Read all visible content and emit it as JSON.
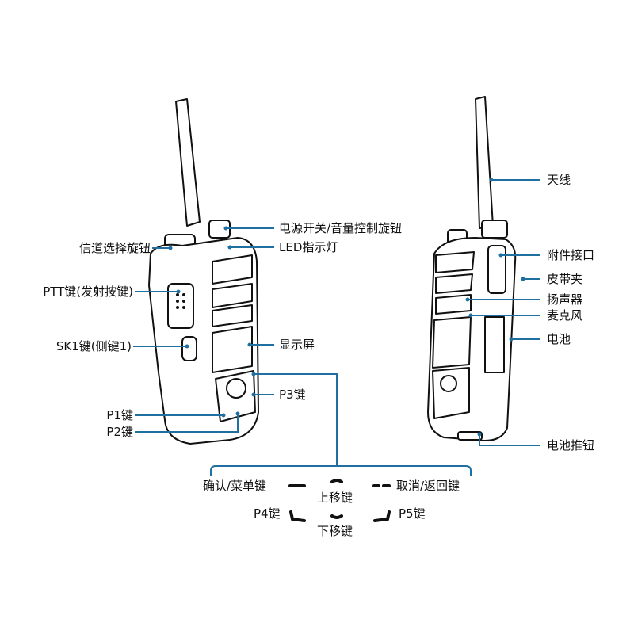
{
  "colors": {
    "leader": "#1f6fa0",
    "outline": "#111111"
  },
  "left_radio": {
    "channel_knob": "信道选择旋钮",
    "ptt": "PTT键(发射按键)",
    "sk1": "SK1键(侧键1)",
    "p1": "P1键",
    "p2": "P2键",
    "power_volume": "电源开关/音量控制旋钮",
    "led": "LED指示灯",
    "display": "显示屏",
    "p3": "P3键"
  },
  "keypad_legend": {
    "ok_menu": "确认/菜单键",
    "up": "上移键",
    "cancel_back": "取消/返回键",
    "p4": "P4键",
    "down": "下移键",
    "p5": "P5键"
  },
  "right_radio": {
    "antenna": "天线",
    "accessory_port": "附件接口",
    "belt_clip": "皮带夹",
    "speaker": "扬声器",
    "microphone": "麦克风",
    "battery": "电池",
    "battery_latch": "电池推钮"
  }
}
